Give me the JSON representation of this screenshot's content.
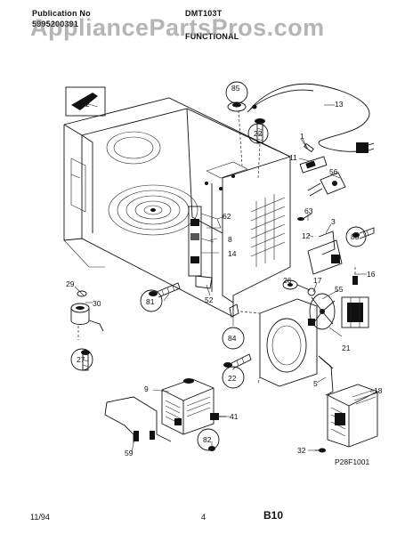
{
  "header": {
    "publication_label": "Publication No",
    "publication_number": "5995200391",
    "model": "DMT103T",
    "section": "FUNCTIONAL"
  },
  "watermark": "AppliancePartsPros.com",
  "diagram_code": "P28F1001",
  "footer": {
    "date": "11/94",
    "page": "4",
    "sheet": "B10"
  },
  "parts": [
    "2",
    "85",
    "13",
    "22",
    "1",
    "11",
    "56",
    "62",
    "8",
    "63",
    "3",
    "12",
    "83",
    "14",
    "29",
    "30",
    "81",
    "52",
    "17",
    "26",
    "55",
    "16",
    "84",
    "21",
    "27",
    "22",
    "9",
    "41",
    "82",
    "59",
    "5",
    "18",
    "32"
  ]
}
